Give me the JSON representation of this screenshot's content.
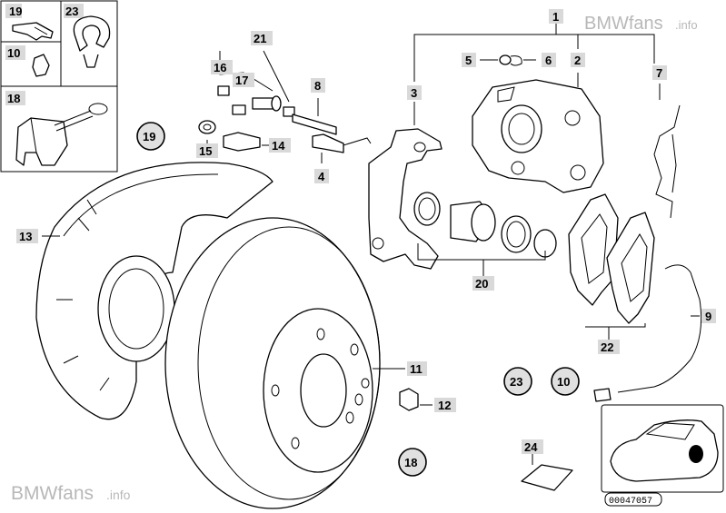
{
  "watermark_top": {
    "brand": "BMWfans",
    "suffix": ".info"
  },
  "watermark_bottom": {
    "brand": "BMWfans",
    "suffix": ".info"
  },
  "reference_number": "00047057",
  "part_labels": {
    "p1": "1",
    "p2": "2",
    "p3": "3",
    "p4": "4",
    "p5": "5",
    "p6": "6",
    "p7": "7",
    "p8": "8",
    "p9": "9",
    "p10": "10",
    "p11": "11",
    "p12": "12",
    "p13": "13",
    "p14": "14",
    "p15": "15",
    "p16": "16",
    "p17": "17",
    "p18": "18",
    "p19": "19",
    "p20": "20",
    "p21": "21",
    "p22": "22",
    "p23": "23",
    "p24": "24"
  },
  "inset_labels": {
    "i19": "19",
    "i23": "23",
    "i10": "10",
    "i18": "18"
  },
  "circled_labels": {
    "c19": "19",
    "c23": "23",
    "c10": "10",
    "c18": "18"
  }
}
